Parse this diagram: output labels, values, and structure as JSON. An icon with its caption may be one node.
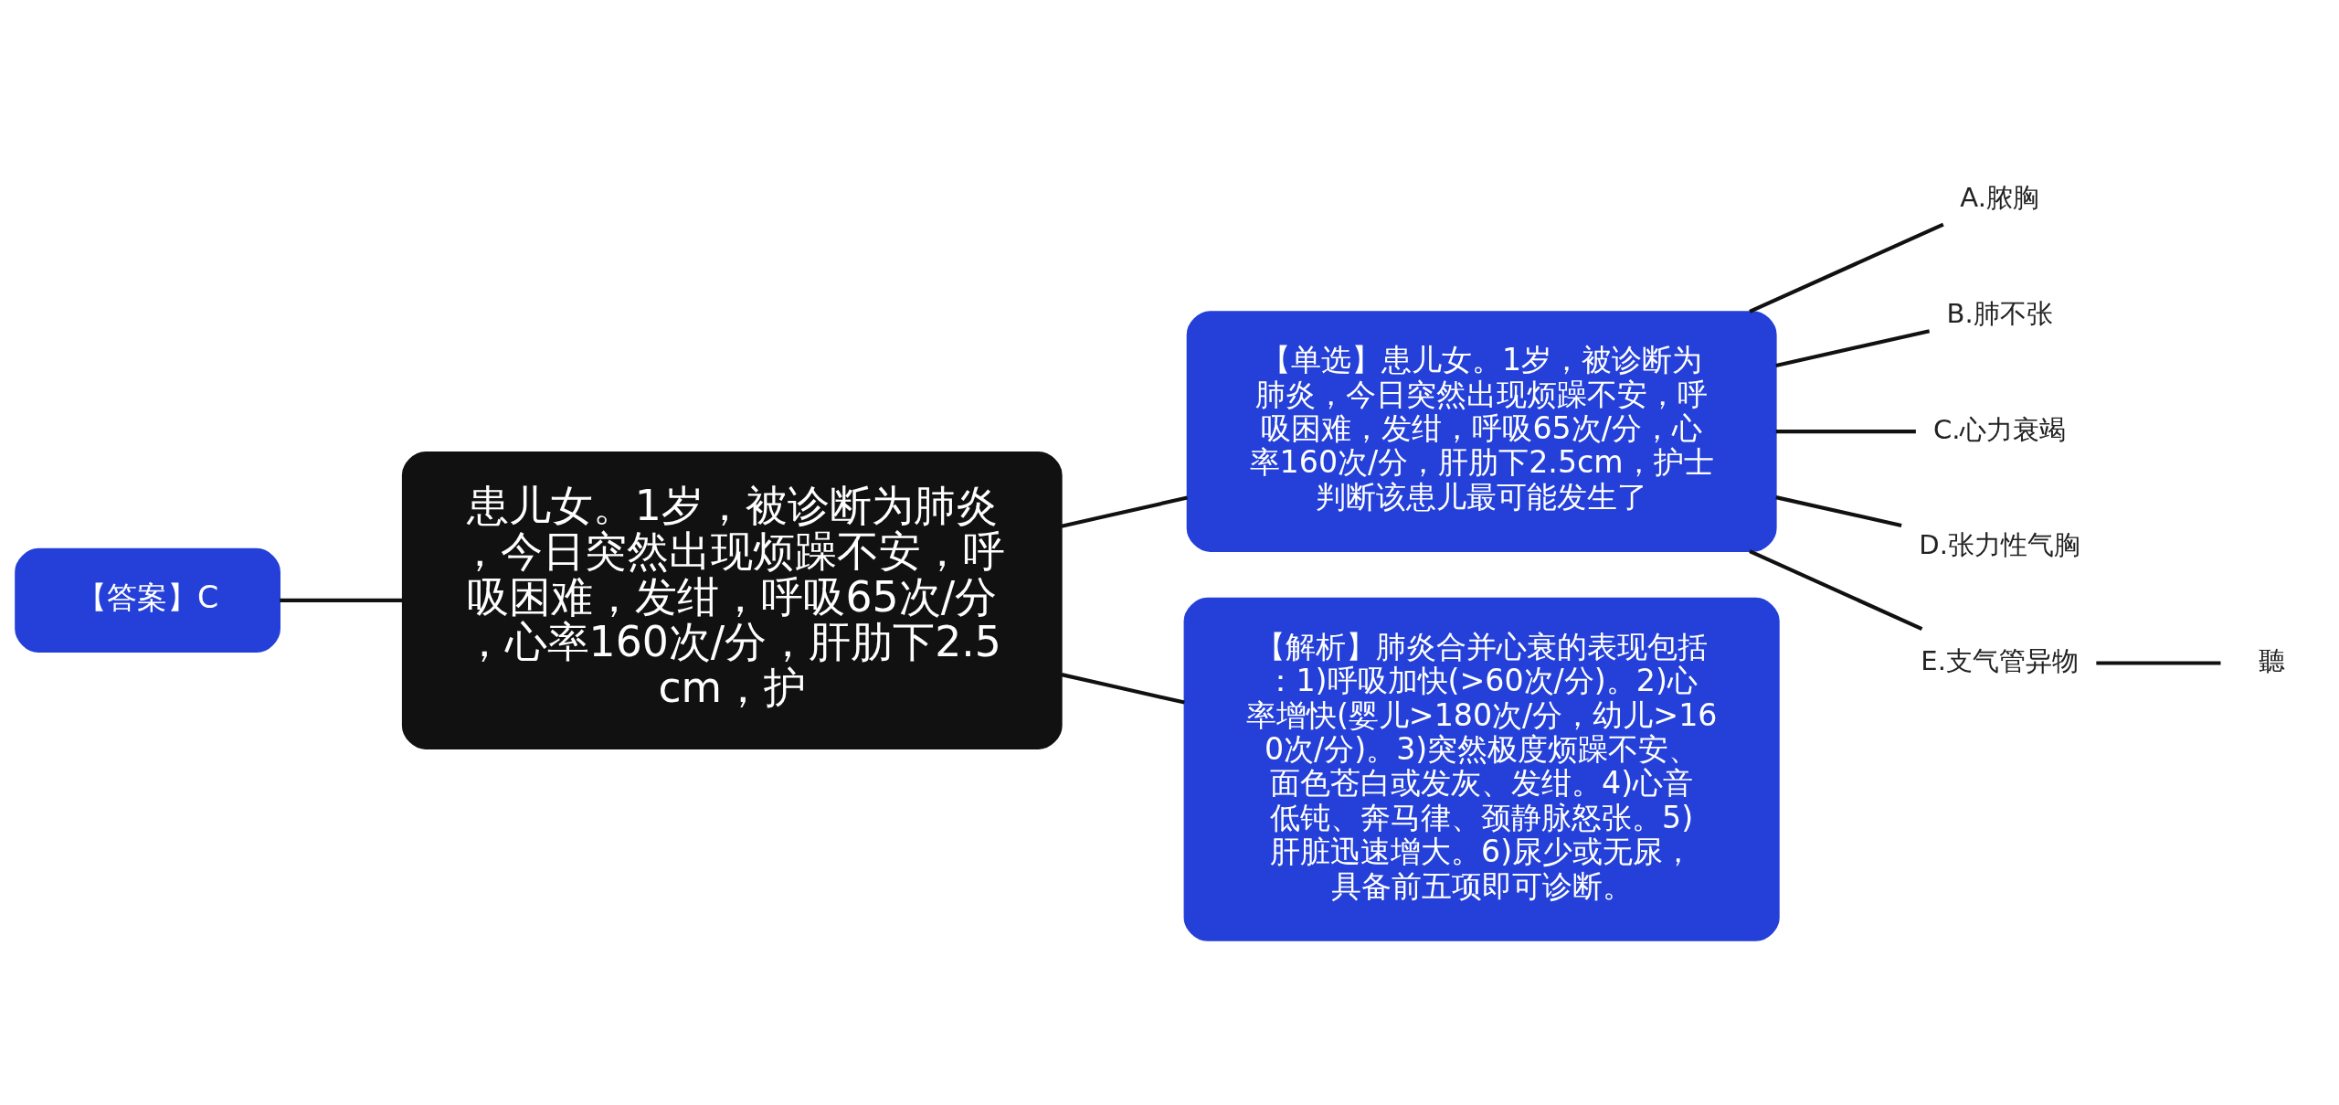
{
  "diagram": {
    "nodes": [
      {
        "text": [
          "患儿女。1岁，被诊断为肺炎，今日突然出现烦躁不安，呼吸困难，发绀，呼吸65次/分，心率160次/分，肝肋下2.5cm，护"
        ]
      },
      {
        "text": [
          "【答案】C"
        ]
      },
      {
        "text": [
          "【单选】患儿女。1岁，被诊断为肺炎，今日突然出现烦躁不安，呼吸困难，发绀，呼吸65次/分，心率160次/分，肝肋下2.5cm，护士判断该患儿最可能发生了"
        ]
      },
      {
        "text": [
          "A.脓胸"
        ]
      },
      {
        "text": [
          "B.肺不张"
        ]
      },
      {
        "text": [
          "C.心力衰竭"
        ]
      },
      {
        "text": [
          "D.张力性气胸"
        ]
      },
      {
        "text": [
          "E.支气管异物"
        ]
      },
      {
        "text": [
          "聽"
        ]
      },
      {
        "text": [
          "【解析】肺炎合并心衰的表现包括：1)呼吸加快(>60次/分)。2)心率增快(婴儿>180次/分，幼儿>160次/分)。3)突然极度烦躁不安、面色苍白或发灰、发绀。4)心音低钝、奔马律、颈静脉怒张。5)肝脏迅速增大。6)尿少或无尿，具备前五项即可诊断。"
        ]
      }
    ],
    "edges": [
      {
        "from": 0,
        "to": 1,
        "arrow": "none"
      },
      {
        "from": 0,
        "to": 2,
        "arrow": "none"
      },
      {
        "from": 2,
        "to": 3,
        "arrow": "none"
      },
      {
        "from": 2,
        "to": 4,
        "arrow": "none"
      },
      {
        "from": 2,
        "to": 5,
        "arrow": "none"
      },
      {
        "from": 2,
        "to": 6,
        "arrow": "none"
      },
      {
        "from": 2,
        "to": 7,
        "arrow": "none"
      },
      {
        "from": 7,
        "to": 8,
        "arrow": "none"
      },
      {
        "from": 0,
        "to": 9,
        "arrow": "none"
      }
    ]
  }
}
